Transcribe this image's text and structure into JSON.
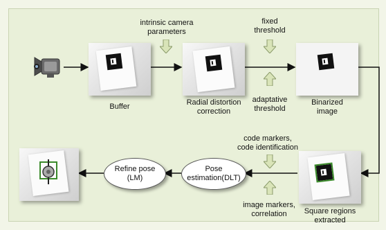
{
  "diagram": {
    "labels": {
      "buffer": "Buffer",
      "radial_1": "Radial distortion",
      "radial_2": "correction",
      "binarized_1": "Binarized",
      "binarized_2": "image",
      "square_1": "Square regions",
      "square_2": "extracted",
      "intrinsic_1": "intrinsic camera",
      "intrinsic_2": "parameters",
      "fixed_1": "fixed",
      "fixed_2": "threshold",
      "adaptative_1": "adaptative",
      "adaptative_2": "threshold",
      "code_1": "code markers,",
      "code_2": "code identification",
      "image_markers_1": "image markers,",
      "image_markers_2": "correlation",
      "pose_1": "Pose",
      "pose_2": "estimation(DLT)",
      "refine_1": "Refine pose",
      "refine_2": "(LM)"
    },
    "colors": {
      "panel": "#e9f0d9",
      "page": "#f2f5e8",
      "input_arrow_fill": "#d9e4b8",
      "input_arrow_stroke": "#8a9a6a",
      "marker": "#111111",
      "detected_outline": "#3a8a2a"
    },
    "icons": {
      "camera": "video-camera-icon",
      "input_arrow": "block-arrow-icon"
    }
  }
}
